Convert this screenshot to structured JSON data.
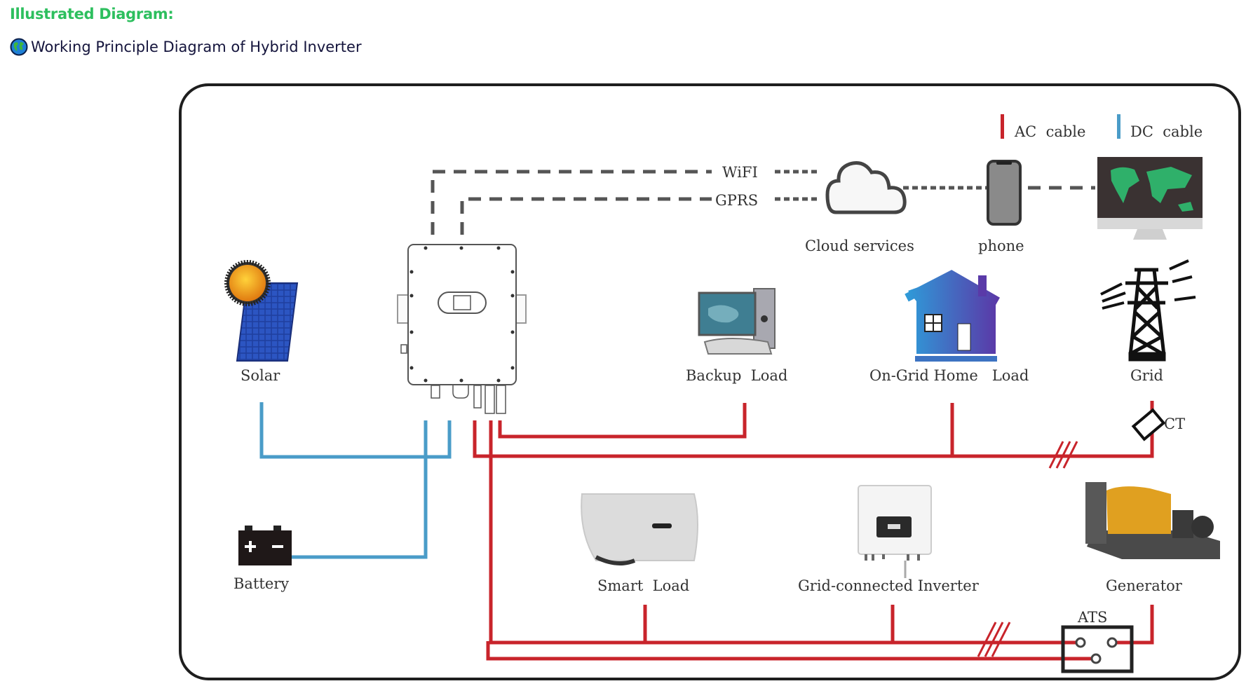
{
  "header": {
    "heading": "Illustrated Diagram:",
    "subtitle": "Working Principle Diagram of Hybrid Inverter",
    "subtitle_icon": "globe-icon",
    "heading_color": "#2dbf5e"
  },
  "legend": {
    "ac_label": "AC  cable",
    "dc_label": "DC  cable",
    "ac_color": "#c8242b",
    "dc_color": "#4a9cc8"
  },
  "communication": {
    "wifi_label": "WiFI",
    "gprs_label": "GPRS"
  },
  "components": {
    "cloud": "Cloud services",
    "phone": "phone",
    "solar": "Solar",
    "backup_load": "Backup  Load",
    "on_grid_home_load": "On-Grid Home   Load",
    "grid": "Grid",
    "ct": "CT",
    "battery": "Battery",
    "smart_load": "Smart  Load",
    "grid_connected_inverter": "Grid-connected Inverter",
    "generator": "Generator",
    "ats": "ATS"
  }
}
